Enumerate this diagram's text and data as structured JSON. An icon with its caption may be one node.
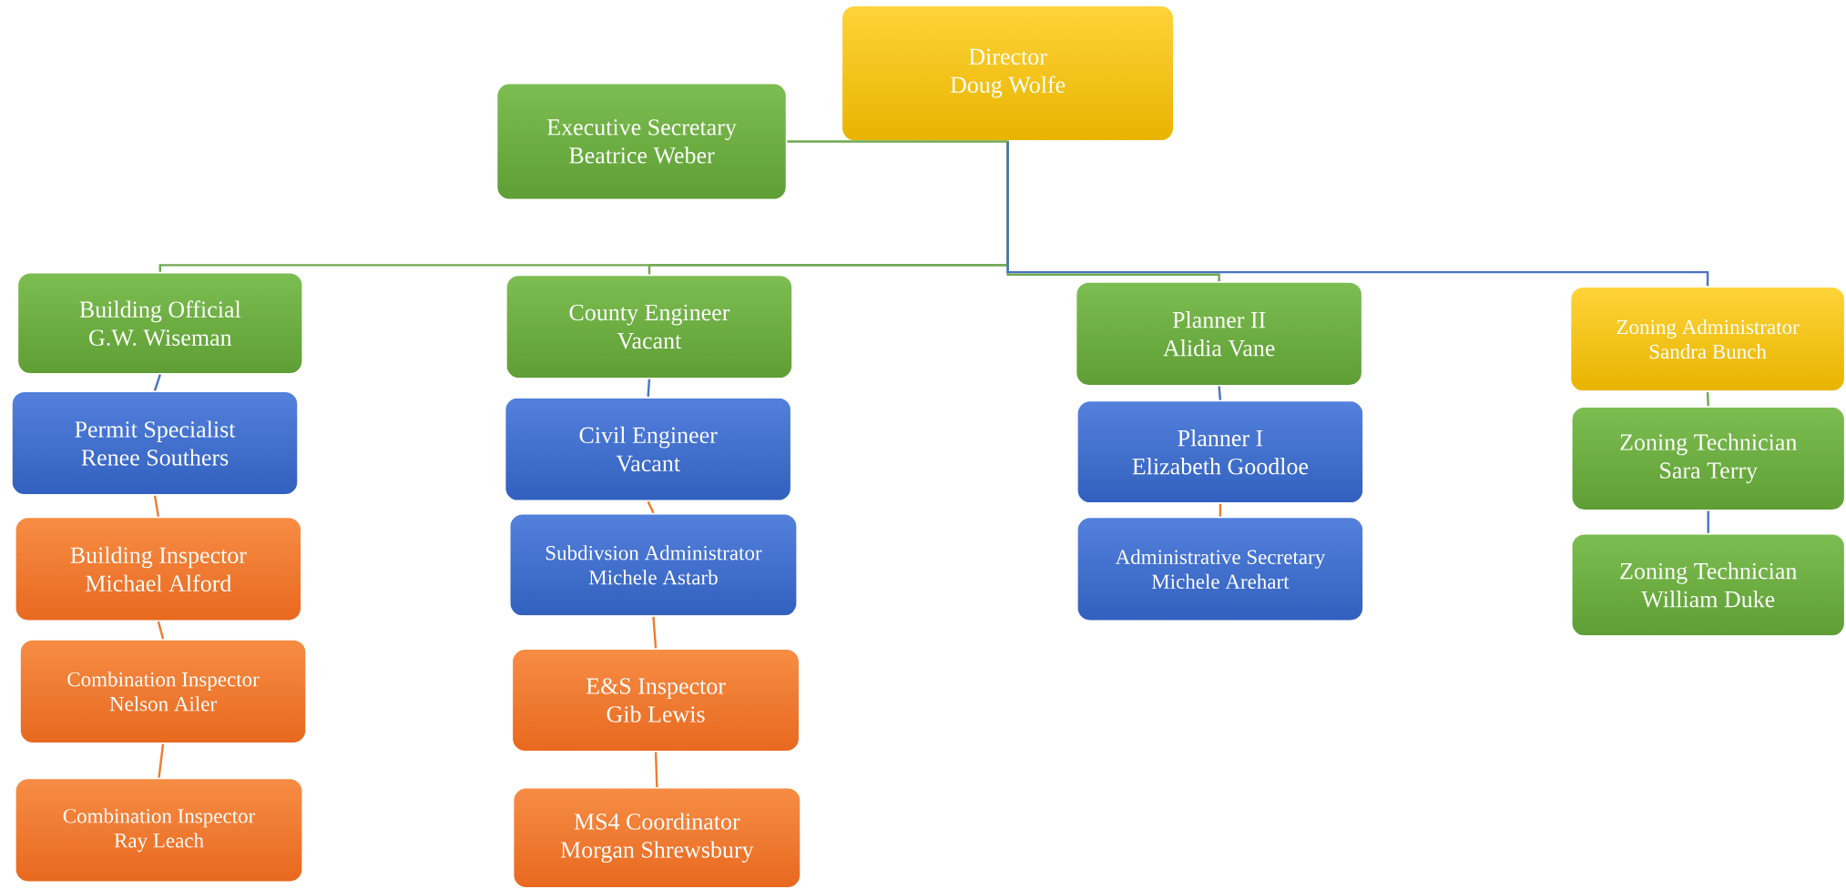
{
  "diagram": {
    "nodes": [
      {
        "text": [
          "Director",
          "Doug Wolfe"
        ]
      },
      {
        "text": [
          "Executive Secretary",
          "Beatrice Weber"
        ]
      },
      {
        "text": [
          "Building Official",
          "G.W. Wiseman"
        ]
      },
      {
        "text": [
          "Permit Specialist",
          "Renee Southers"
        ]
      },
      {
        "text": [
          "Building Inspector",
          "Michael Alford"
        ]
      },
      {
        "text": [
          "Combination Inspector",
          "Nelson Ailer"
        ]
      },
      {
        "text": [
          "Combination Inspector",
          "Ray Leach"
        ]
      },
      {
        "text": [
          "County Engineer",
          "Vacant"
        ]
      },
      {
        "text": [
          "Civil Engineer",
          "Vacant"
        ]
      },
      {
        "text": [
          "Subdivsion Administrator",
          "Michele Astarb"
        ]
      },
      {
        "text": [
          "E&S Inspector",
          "Gib Lewis"
        ]
      },
      {
        "text": [
          "MS4 Coordinator",
          "Morgan Shrewsbury"
        ]
      },
      {
        "text": [
          "Planner II",
          "Alidia Vane"
        ]
      },
      {
        "text": [
          "Planner I",
          "Elizabeth Goodloe"
        ]
      },
      {
        "text": [
          "Administrative Secretary",
          "Michele Arehart"
        ]
      },
      {
        "text": [
          "Zoning Administrator",
          "Sandra Bunch"
        ]
      },
      {
        "text": [
          "Zoning Technician",
          "Sara Terry"
        ]
      },
      {
        "text": [
          "Zoning Technician",
          "William Duke"
        ]
      }
    ],
    "edges": [
      {
        "from": 0,
        "to": 1,
        "arrow": "none",
        "color": "#70a850"
      },
      {
        "from": 0,
        "to": 2,
        "arrow": "none",
        "color": "#70a850"
      },
      {
        "from": 0,
        "to": 7,
        "arrow": "none",
        "color": "#70a850"
      },
      {
        "from": 0,
        "to": 12,
        "arrow": "none",
        "color": "#70a850"
      },
      {
        "from": 0,
        "to": 15,
        "arrow": "none",
        "color": "#4a72c4"
      },
      {
        "from": 2,
        "to": 3,
        "arrow": "none",
        "color": "#4a72c4"
      },
      {
        "from": 3,
        "to": 4,
        "arrow": "none"
      },
      {
        "from": 4,
        "to": 5,
        "arrow": "none"
      },
      {
        "from": 5,
        "to": 6,
        "arrow": "none"
      },
      {
        "from": 7,
        "to": 8,
        "arrow": "none",
        "color": "#4a72c4"
      },
      {
        "from": 8,
        "to": 9,
        "arrow": "none"
      },
      {
        "from": 9,
        "to": 10,
        "arrow": "none"
      },
      {
        "from": 10,
        "to": 11,
        "arrow": "none"
      },
      {
        "from": 12,
        "to": 13,
        "arrow": "none",
        "color": "#4a72c4"
      },
      {
        "from": 13,
        "to": 14,
        "arrow": "none"
      },
      {
        "from": 15,
        "to": 16,
        "arrow": "none",
        "color": "#70a850"
      },
      {
        "from": 16,
        "to": 17,
        "arrow": "none",
        "color": "#4a72c4"
      }
    ]
  }
}
